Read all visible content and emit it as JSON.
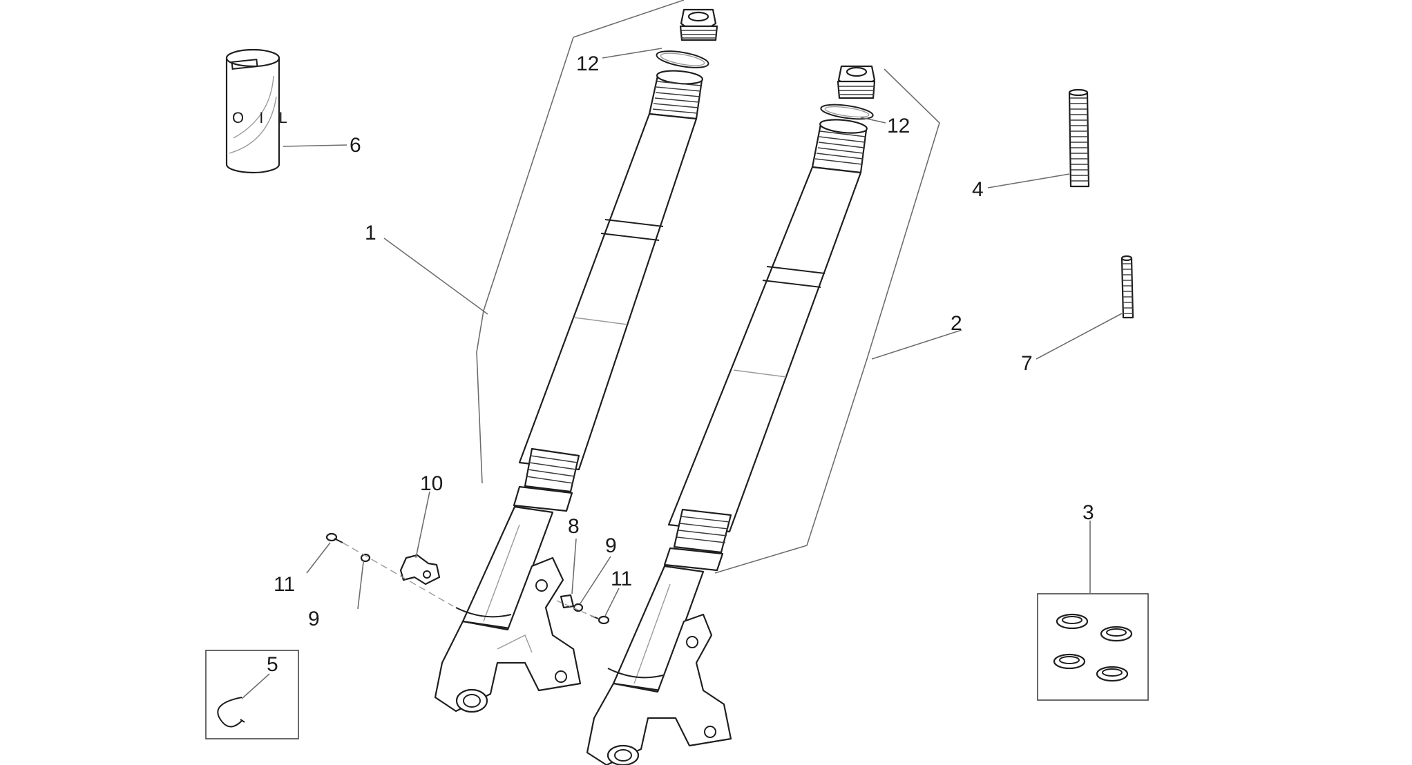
{
  "diagram": {
    "oil_label": "O I L",
    "callouts": [
      {
        "id": "c1",
        "text": "1"
      },
      {
        "id": "c2",
        "text": "2"
      },
      {
        "id": "c3",
        "text": "3"
      },
      {
        "id": "c4",
        "text": "4"
      },
      {
        "id": "c5",
        "text": "5"
      },
      {
        "id": "c6",
        "text": "6"
      },
      {
        "id": "c7",
        "text": "7"
      },
      {
        "id": "c8",
        "text": "8"
      },
      {
        "id": "c9a",
        "text": "9"
      },
      {
        "id": "c9b",
        "text": "9"
      },
      {
        "id": "c10",
        "text": "10"
      },
      {
        "id": "c11a",
        "text": "11"
      },
      {
        "id": "c11b",
        "text": "11"
      },
      {
        "id": "c12a",
        "text": "12"
      },
      {
        "id": "c12b",
        "text": "12"
      }
    ]
  }
}
